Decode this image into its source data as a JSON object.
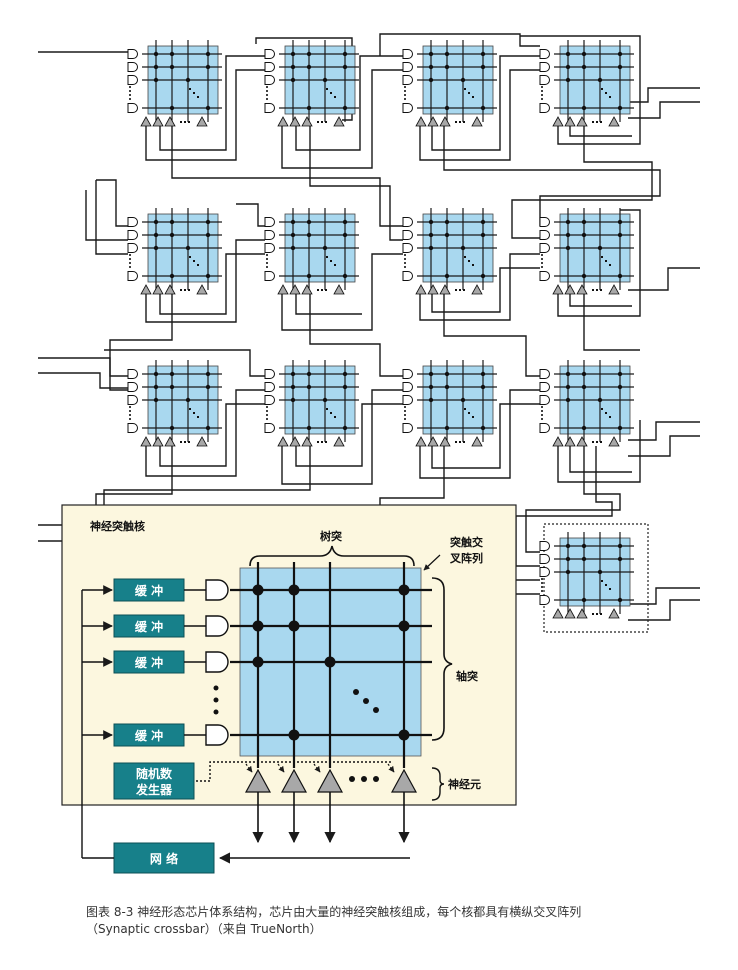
{
  "labels": {
    "core_title": "神经突触核",
    "dendrites": "树突",
    "crossbar": "突触交叉阵列",
    "crossbar_line1": "突触交",
    "crossbar_line2": "叉阵列",
    "axons": "轴突",
    "neurons": "神经元",
    "buffer": "缓 冲",
    "rng_line1": "随机数",
    "rng_line2": "发生器",
    "network": "网 络"
  },
  "caption": {
    "line1": "图表 8-3 神经形态芯片体系结构，芯片由大量的神经突触核组成，每个核都具有横纵交叉阵列",
    "line2": "（Synaptic crossbar）（来自 TrueNorth）"
  },
  "colors": {
    "crossbar_fill": "#a9d8ef",
    "panel_fill": "#fcf7df",
    "box_fill": "#17808a",
    "neuron_fill": "#a8a8a8",
    "line": "#1a1a1a"
  },
  "icons": {
    "buffer_input": "and-gate-icon",
    "neuron": "triangle-icon",
    "synapse": "junction-dot-icon"
  },
  "grid": {
    "rows": 3,
    "cols": 4
  }
}
